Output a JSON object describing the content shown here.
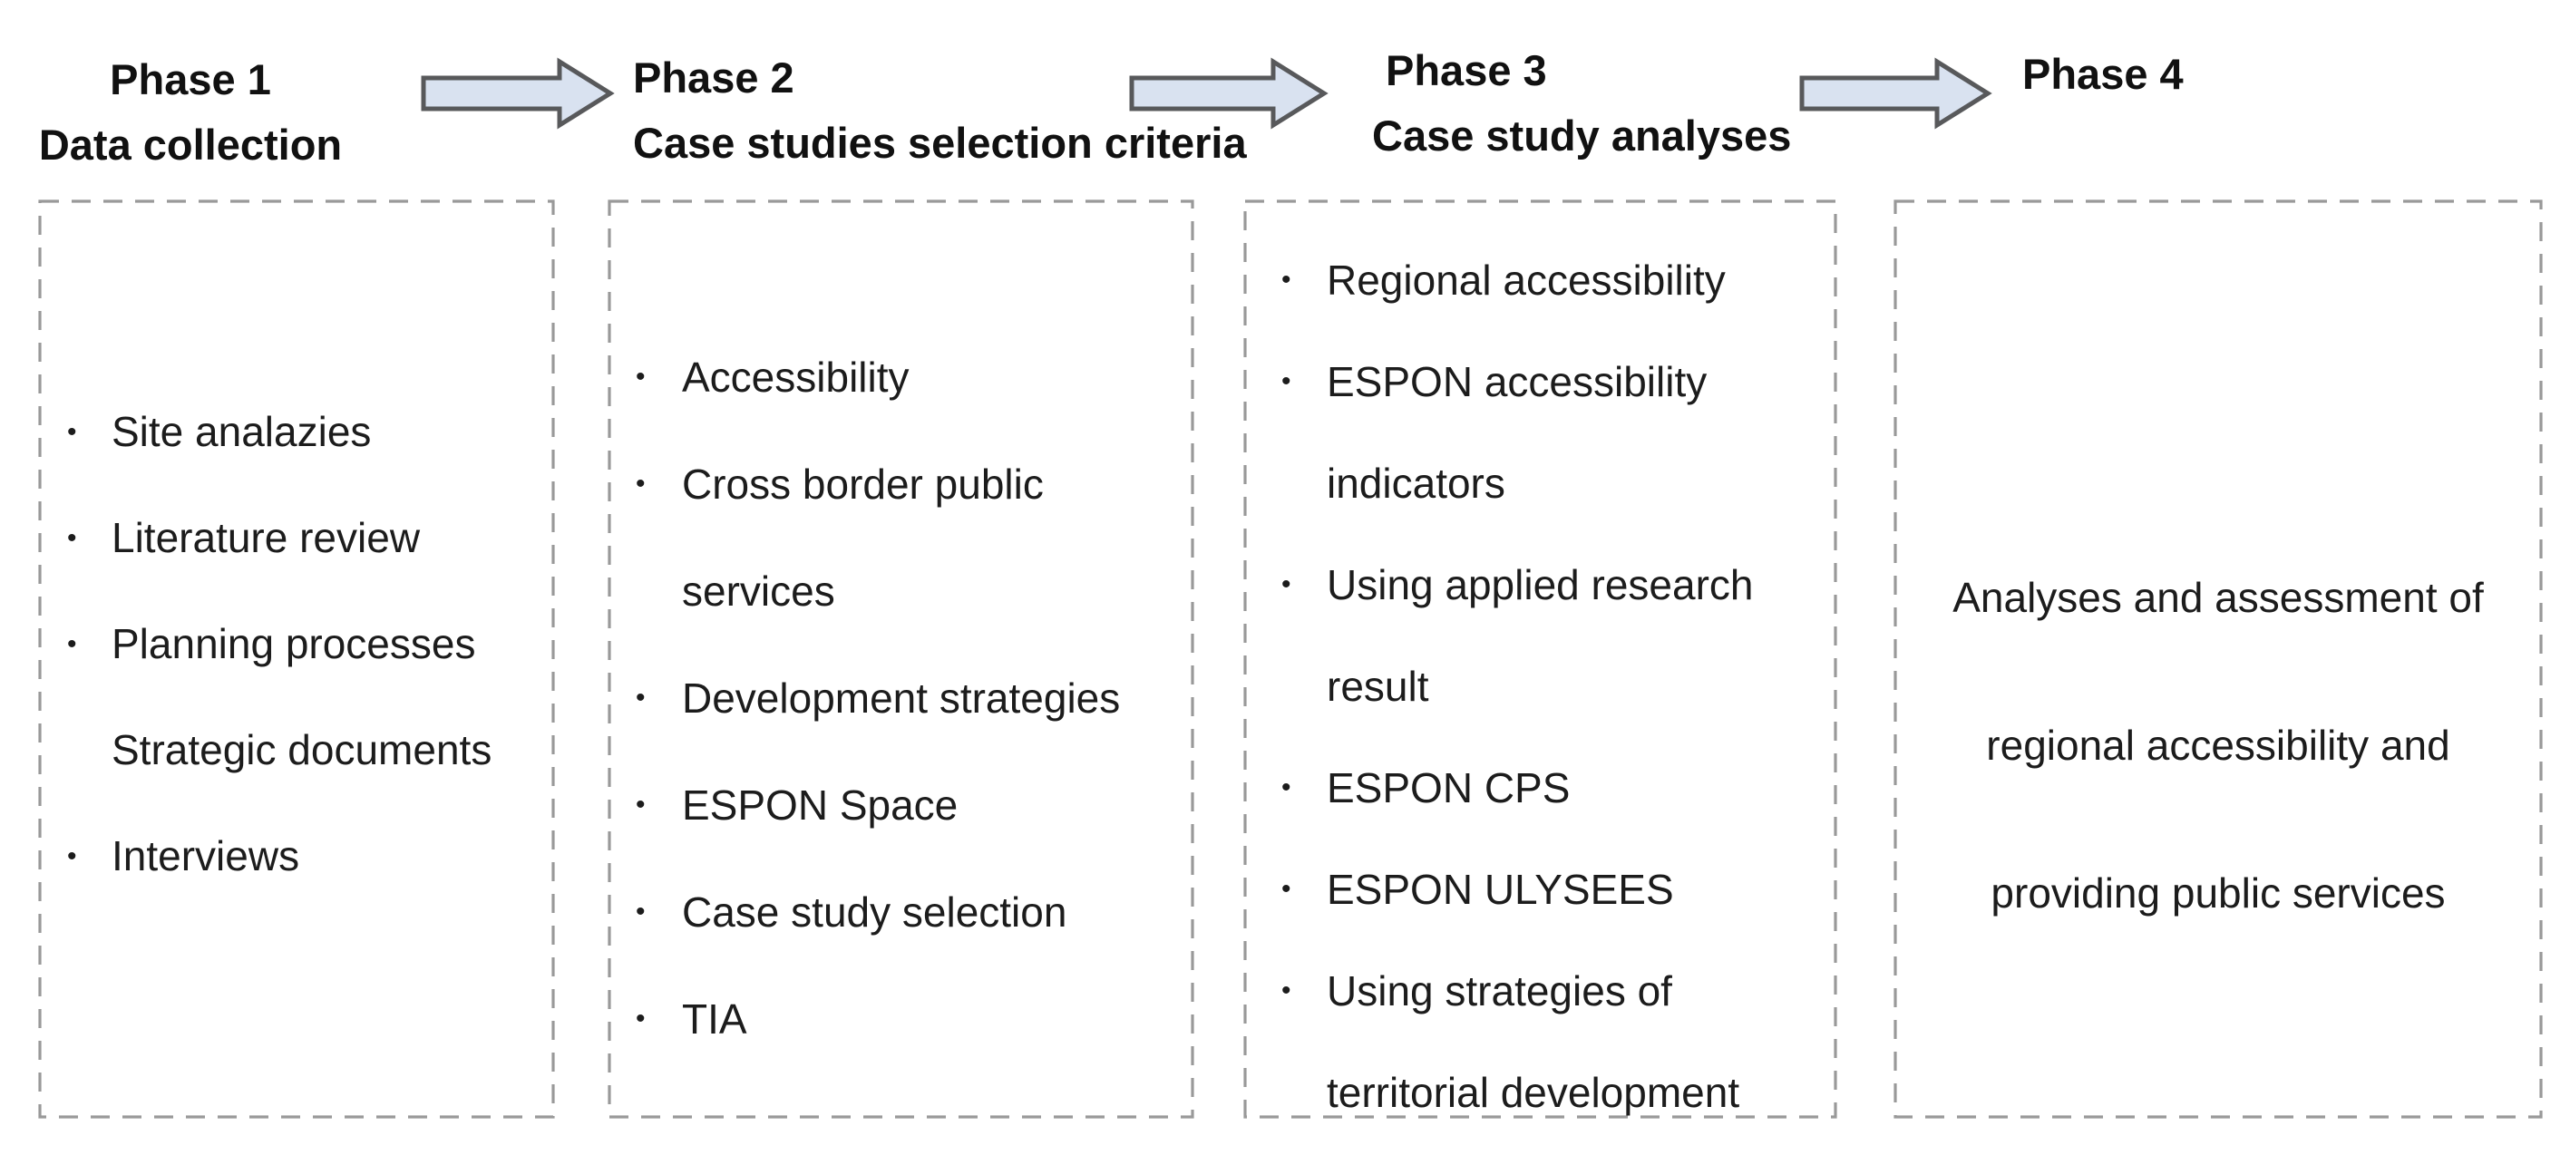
{
  "bullet_char": "•",
  "colors": {
    "text": "#1c1c1c",
    "box_border_gray": "#999999",
    "arrow_fill": "#d9e2f0",
    "arrow_stroke": "#58595b"
  },
  "phases": [
    {
      "title": "Phase 1",
      "subtitle": "Data collection",
      "items": [
        {
          "bullet": true,
          "text": "Site analazies"
        },
        {
          "bullet": true,
          "text": "Literature review"
        },
        {
          "bullet": true,
          "text": "Planning processes"
        },
        {
          "bullet": false,
          "text": "Strategic documents"
        },
        {
          "bullet": true,
          "text": "Interviews"
        }
      ]
    },
    {
      "title": "Phase 2",
      "subtitle": "Case studies selection criteria",
      "items": [
        {
          "bullet": true,
          "text": "Accessibility"
        },
        {
          "bullet": true,
          "text": "Cross border public"
        },
        {
          "bullet": false,
          "text": "services"
        },
        {
          "bullet": true,
          "text": "Development strategies"
        },
        {
          "bullet": true,
          "text": "ESPON Space"
        },
        {
          "bullet": true,
          "text": "Case study selection"
        },
        {
          "bullet": true,
          "text": "TIA"
        }
      ]
    },
    {
      "title": "Phase 3",
      "subtitle": "Case study analyses",
      "items": [
        {
          "bullet": true,
          "text": "Regional accessibility"
        },
        {
          "bullet": true,
          "text": "ESPON accessibility"
        },
        {
          "bullet": false,
          "text": "indicators"
        },
        {
          "bullet": true,
          "text": "Using applied research"
        },
        {
          "bullet": false,
          "text": "result"
        },
        {
          "bullet": true,
          "text": "ESPON CPS"
        },
        {
          "bullet": true,
          "text": "ESPON ULYSEES"
        },
        {
          "bullet": true,
          "text": "Using strategies of"
        },
        {
          "bullet": false,
          "text": "territorial development"
        }
      ]
    },
    {
      "title": "Phase 4",
      "subtitle": "",
      "items": [
        {
          "bullet": false,
          "text": "Analyses and assessment of"
        },
        {
          "bullet": false,
          "text": "regional accessibility and"
        },
        {
          "bullet": false,
          "text": "providing public services"
        }
      ]
    }
  ]
}
